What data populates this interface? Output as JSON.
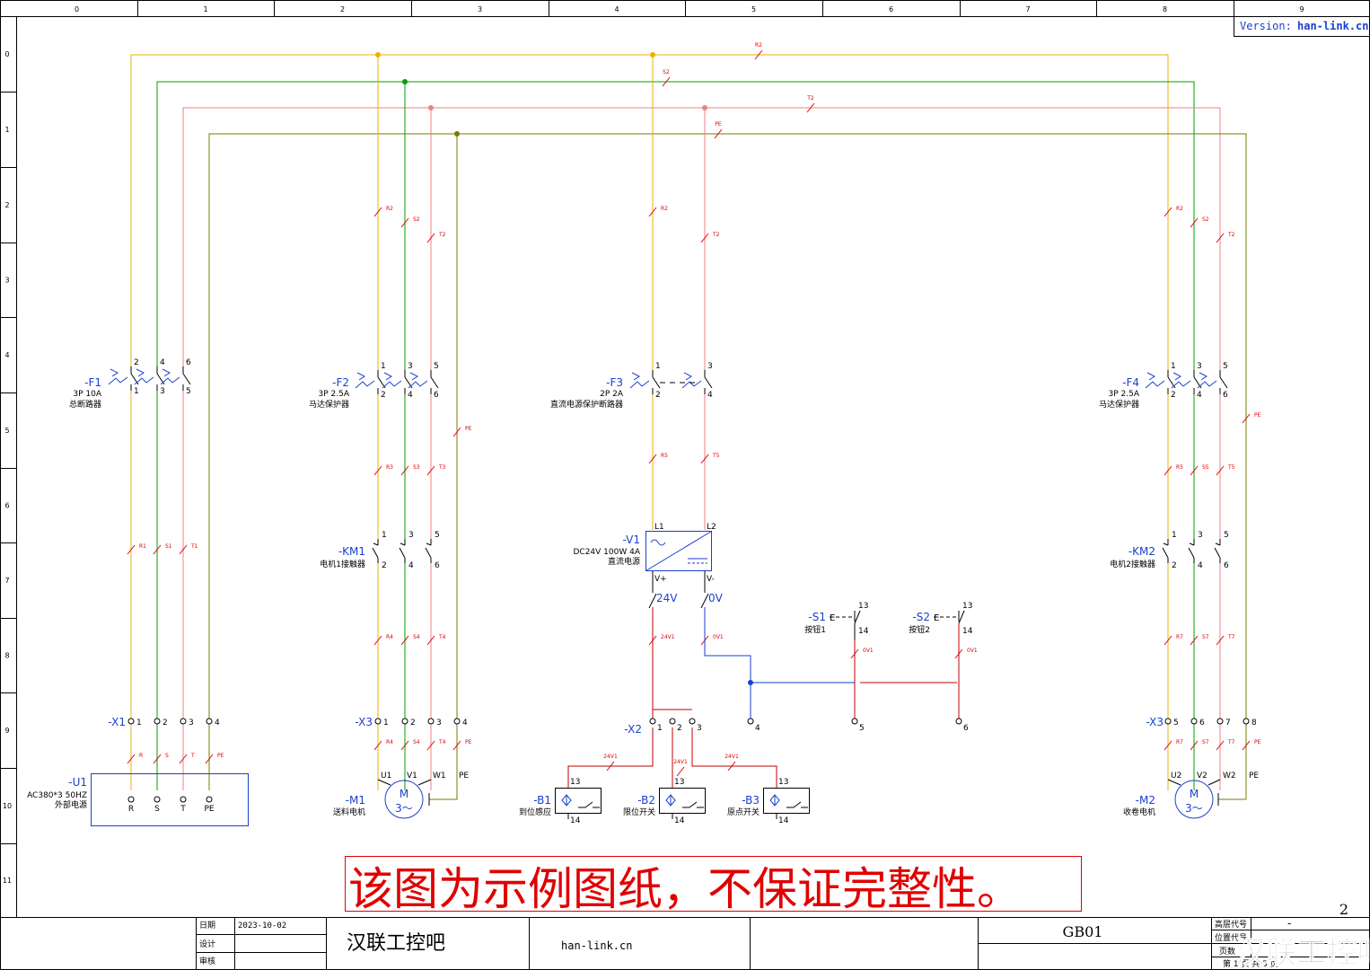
{
  "frame": {
    "columns": [
      "0",
      "1",
      "2",
      "3",
      "4",
      "5",
      "6",
      "7",
      "8",
      "9"
    ],
    "rows": [
      "0",
      "1",
      "2",
      "3",
      "4",
      "5",
      "6",
      "7",
      "8",
      "9",
      "10",
      "11"
    ]
  },
  "version": {
    "label": "Version:",
    "value": "han-link.cn"
  },
  "watermark": {
    "text": "该图为示例图纸，不保证完整性。",
    "color": "#e00000"
  },
  "page_number": "2",
  "title_block": {
    "date_label": "日期",
    "date_value": "2023-10-02",
    "design_label": "设计",
    "review_label": "审核",
    "company": "汉联工控吧",
    "website": "han-link.cn",
    "drawing_id": "GB01",
    "level_label": "高层代号",
    "level_value": "-",
    "location_label": "位置代号",
    "page_label": "页数",
    "sheet_line": "第  1  页  共  5  页",
    "logo_text": "汉联工控吧"
  },
  "wire_colors": {
    "R": "#e8b300",
    "S": "#00a000",
    "T": "#f08080",
    "PE": "#7a7a00"
  },
  "wire_marks": {
    "R2_top": "R2",
    "S2_top": "S2",
    "T2_top": "T2",
    "PE_top": "PE",
    "f2_R2": "R2",
    "f2_S2": "S2",
    "f2_T2": "T2",
    "f3_R2": "R2",
    "f3_T2": "T2",
    "f4_R2": "R2",
    "f4_S2": "S2",
    "f4_T2": "T2",
    "r1": "R1",
    "s1": "S1",
    "t1": "T1",
    "r3": "R3",
    "s3": "S3",
    "t3": "T3",
    "pe_m1": "PE",
    "r4": "R4",
    "s4": "S4",
    "t4": "T4",
    "r4b": "R4",
    "s4b": "S4",
    "t4b": "T4",
    "peb": "PE",
    "r5": "R5",
    "t5": "T5",
    "r5b": "R5",
    "s5": "S5",
    "t5b": "T5",
    "pe_m2": "PE",
    "r7": "R7",
    "s7": "S7",
    "t7": "T7",
    "r7b": "R7",
    "s7b": "S7",
    "t7b": "T7",
    "pe2b": "PE",
    "r_x1": "R",
    "s_x1": "S",
    "t_x1": "T",
    "pe_x1": "PE",
    "v24_1": "24V1",
    "ov1": "0V1",
    "ov1_s1": "0V1",
    "ov1_s2": "0V1",
    "b1_24": "24V1",
    "b2_24": "24V1",
    "b3_24": "24V1"
  },
  "components": {
    "F1": {
      "tag": "-F1",
      "spec": "3P 10A",
      "desc": "总断路器",
      "t_top": [
        "2",
        "4",
        "6"
      ],
      "t_bot": [
        "1",
        "3",
        "5"
      ]
    },
    "F2": {
      "tag": "-F2",
      "spec": "3P 2.5A",
      "desc": "马达保护器",
      "t_top": [
        "1",
        "3",
        "5"
      ],
      "t_bot": [
        "2",
        "4",
        "6"
      ]
    },
    "F3": {
      "tag": "-F3",
      "spec": "2P 2A",
      "desc": "直流电源保护断路器",
      "t_top": [
        "1",
        "3"
      ],
      "t_bot": [
        "2",
        "4"
      ]
    },
    "F4": {
      "tag": "-F4",
      "spec": "3P 2.5A",
      "desc": "马达保护器",
      "t_top": [
        "1",
        "3",
        "5"
      ],
      "t_bot": [
        "2",
        "4",
        "6"
      ]
    },
    "KM1": {
      "tag": "-KM1",
      "desc": "电机1接触器",
      "t_top": [
        "1",
        "3",
        "5"
      ],
      "t_bot": [
        "2",
        "4",
        "6"
      ]
    },
    "KM2": {
      "tag": "-KM2",
      "desc": "电机2接触器",
      "t_top": [
        "1",
        "3",
        "5"
      ],
      "t_bot": [
        "2",
        "4",
        "6"
      ]
    },
    "V1": {
      "tag": "-V1",
      "spec": "DC24V 100W 4A",
      "desc": "直流电源",
      "in1": "L1",
      "in2": "L2",
      "out1": "V+",
      "out2": "V-",
      "v24": "24V",
      "v0": "0V"
    },
    "S1": {
      "tag": "-S1",
      "desc": "按钮1",
      "t1": "13",
      "t2": "14"
    },
    "S2": {
      "tag": "-S2",
      "desc": "按钮2",
      "t1": "13",
      "t2": "14"
    },
    "X1": {
      "tag": "-X1",
      "pins": [
        "1",
        "2",
        "3",
        "4"
      ]
    },
    "X2": {
      "tag": "-X2",
      "pins": [
        "1",
        "2",
        "3",
        "4",
        "5",
        "6"
      ]
    },
    "X3a": {
      "tag": "-X3",
      "pins": [
        "1",
        "2",
        "3",
        "4"
      ]
    },
    "X3b": {
      "tag": "-X3",
      "pins": [
        "5",
        "6",
        "7",
        "8"
      ]
    },
    "U1": {
      "tag": "-U1",
      "spec": "AC380*3 50HZ",
      "desc": "外部电源",
      "pins": [
        "R",
        "S",
        "T",
        "PE"
      ]
    },
    "M1": {
      "tag": "-M1",
      "desc": "送料电机",
      "motor": "M",
      "phase": "3～",
      "pins": [
        "U1",
        "V1",
        "W1",
        "PE"
      ]
    },
    "M2": {
      "tag": "-M2",
      "desc": "收卷电机",
      "motor": "M",
      "phase": "3～",
      "pins": [
        "U2",
        "V2",
        "W2",
        "PE"
      ]
    },
    "B1": {
      "tag": "-B1",
      "desc": "到位感应",
      "t1": "13",
      "t2": "14"
    },
    "B2": {
      "tag": "-B2",
      "desc": "限位开关",
      "t1": "13",
      "t2": "14"
    },
    "B3": {
      "tag": "-B3",
      "desc": "原点开关",
      "t1": "13",
      "t2": "14"
    }
  }
}
